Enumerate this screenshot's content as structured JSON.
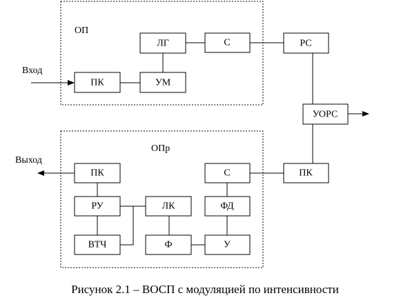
{
  "groups": {
    "transmitter_label": "ОП",
    "receiver_label": "ОПр"
  },
  "signals": {
    "input_label": "Вход",
    "output_label": "Выход"
  },
  "blocks": {
    "tx_pk": "ПК",
    "tx_lg": "ЛГ",
    "tx_um": "УМ",
    "tx_s": "С",
    "rs": "РС",
    "uors": "УОРС",
    "rx_pk_in": "ПК",
    "rx_s": "С",
    "rx_fd": "ФД",
    "rx_u": "У",
    "rx_f": "Ф",
    "rx_lk": "ЛК",
    "rx_ru": "РУ",
    "rx_vtch": "ВТЧ",
    "rx_pk_out": "ПК"
  },
  "caption": "Рисунок 2.1 – ВОСП с модуляцией по интенсивности"
}
